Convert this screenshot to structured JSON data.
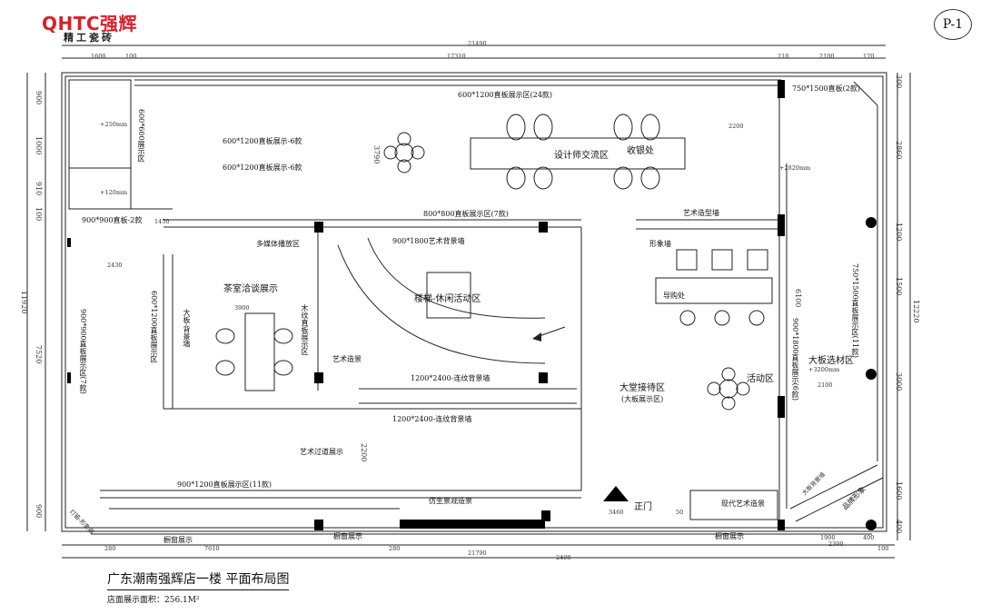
{
  "logo": {
    "brand": "QHTC强辉",
    "tagline": "精工瓷砖"
  },
  "page_number": "P-1",
  "title": "广东潮南强辉店一楼 平面布局图",
  "subtitle": "店面展示面积：256.1M²",
  "dimensions": {
    "top_total": "21490",
    "top_segments": [
      "1600",
      "100",
      "17310",
      "210",
      "2100",
      "170"
    ],
    "bottom_total": "21790",
    "bottom_segments": [
      "280",
      "7610",
      "280",
      "1900",
      "2300",
      "400"
    ],
    "left_total": "11920",
    "left_segments": [
      "900",
      "1000",
      "910",
      "100",
      "7520",
      "900"
    ],
    "right_total": "12220",
    "right_segments": [
      "300",
      "2860",
      "1200",
      "1500",
      "3000",
      "1600",
      "400"
    ],
    "misc": [
      "2430",
      "3900",
      "2200",
      "3790",
      "2200",
      "6100",
      "2100",
      "3460",
      "50",
      "1450",
      "2400",
      "100"
    ]
  },
  "labels": {
    "display_24": "600*1200直板展示区(24款)",
    "display_2_top": "750*1500直板(2款)",
    "panel_6a": "600*1200直板展示-6款",
    "panel_6b": "600*1200直板展示-6款",
    "left_vert_6": "600*600展示区",
    "designer": "设计师交流区",
    "cashier": "收银处",
    "elev_2820": "+2820mm",
    "elev_250": "+250mm",
    "elev_120": "+120mm",
    "panel_900_2": "900*900直板-2款",
    "display_800": "800*800直板展示区(7款)",
    "multimedia": "多媒体播放区",
    "art_wall_900": "900*1800艺术背景墙",
    "art_shape_wall": "艺术造型墙",
    "image_wall": "形象墙",
    "tea_room": "茶室洽谈展示",
    "stair_leisure": "楼梯-休闲活动区",
    "shopping_guide": "导购处",
    "wood_display": "木纹直板展示区",
    "big_board_bg": "大板-背景墙",
    "art_making": "艺术造景",
    "big_board_area": "大板选材区",
    "elev_3200": "+3200mm",
    "activity": "活动区",
    "right_vert_display": "750*1500直板展示区(11款)",
    "mid_vert_display": "900*1800直板展示(6款)",
    "left_vert_display": "900*900直板展示区(7款)",
    "left_vert_2": "600*1200直板展示区",
    "wall_1200_a": "1200*2400-连纹背景墙",
    "wall_1200_b": "1200*2400-连纹背景墙",
    "lobby": "大堂接待区",
    "lobby_sub": "(大板展示区)",
    "art_corridor": "艺术过道展示",
    "display_11": "900*1200直板展示区(11款)",
    "bionic": "仿生景观造景",
    "main_door": "正门",
    "modern_art": "现代艺术造景",
    "window_1": "橱窗展示",
    "window_2": "橱窗展示",
    "window_3": "橱窗展示",
    "brand_image": "品牌形象",
    "big_board_wall": "大板背景墙",
    "light_box": "灯箱-形象画"
  },
  "colors": {
    "brand_red": "#d8202a",
    "line": "#222222",
    "column": "#000000"
  }
}
